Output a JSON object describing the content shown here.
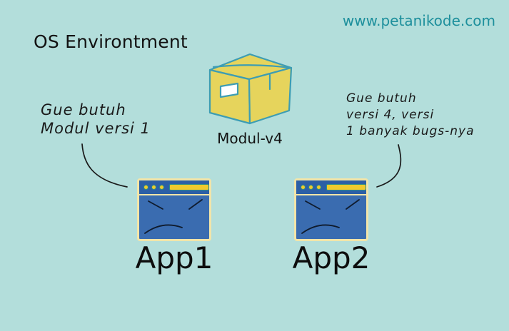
{
  "header": {
    "title": "OS Environtment",
    "website": "www.petanikode.com"
  },
  "module": {
    "label": "Modul-v4"
  },
  "notes": {
    "left": {
      "line1": "Gue butuh",
      "line2": "Modul versi 1"
    },
    "right": {
      "line1": "Gue butuh",
      "line2": "versi 4, versi",
      "line3": "1 banyak bugs-nya"
    }
  },
  "apps": [
    {
      "label": "App1"
    },
    {
      "label": "App2"
    }
  ],
  "colors": {
    "background": "#b3dedb",
    "website_text": "#1d8f9c",
    "box_fill": "#e6d45c",
    "box_stroke": "#3d9db3",
    "window_border": "#f2e5a9",
    "window_titlebar": "#2c5fa6",
    "window_body": "#3a6cb0",
    "accent_yellow": "#f0ca2e",
    "text": "#121212"
  }
}
